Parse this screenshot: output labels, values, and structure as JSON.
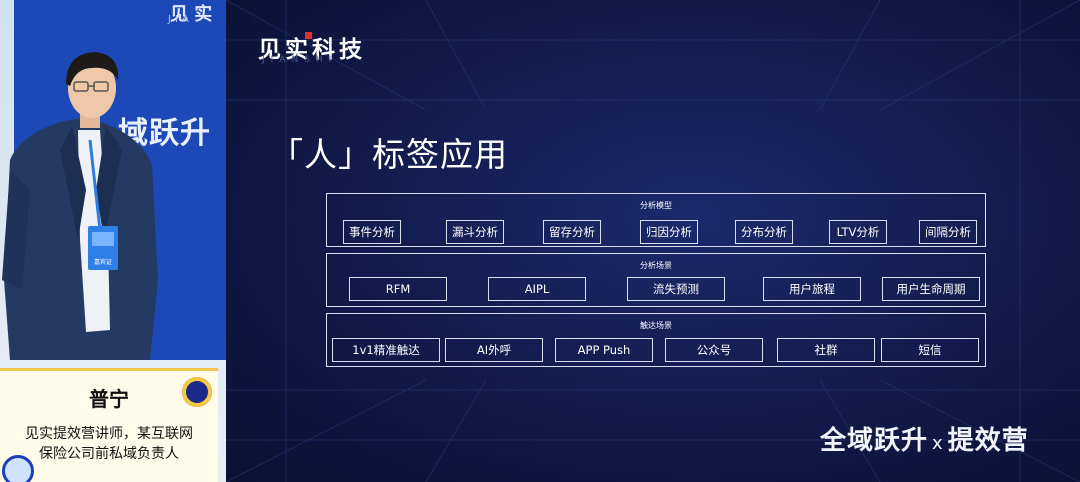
{
  "camera": {
    "backdrop_text": "域跃升",
    "backdrop_top": "见 实",
    "backdrop_top_sub": "JIA",
    "badge_text": "嘉宾证"
  },
  "caption": {
    "name": "普宁",
    "line1": "见实提效营讲师，某互联网",
    "line2": "保险公司前私域负责人"
  },
  "slide": {
    "logo": "见实科技",
    "logo_sub": "JIANSHI",
    "title": "「人」标签应用",
    "sections": [
      {
        "label": "分析模型",
        "items": [
          "事件分析",
          "漏斗分析",
          "留存分析",
          "归因分析",
          "分布分析",
          "LTV分析",
          "间隔分析"
        ]
      },
      {
        "label": "分析场景",
        "items": [
          "RFM",
          "AIPL",
          "流失预测",
          "用户旅程",
          "用户生命周期"
        ]
      },
      {
        "label": "触达场景",
        "items": [
          "1v1精准触达",
          "AI外呼",
          "APP Push",
          "公众号",
          "社群",
          "短信"
        ]
      }
    ],
    "brand_left": "全域跃升",
    "brand_x": "x",
    "brand_right": "提效营"
  }
}
